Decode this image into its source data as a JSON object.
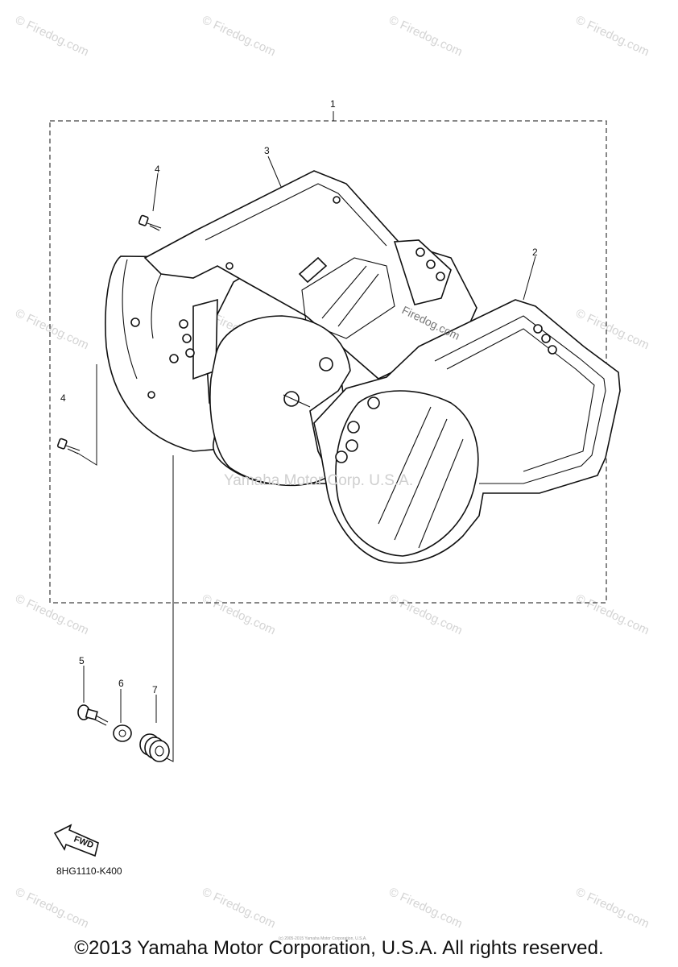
{
  "diagram": {
    "callouts": [
      "1",
      "2",
      "3",
      "4",
      "4",
      "5",
      "6",
      "7"
    ],
    "fwd_label": "FWD",
    "part_code": "8HG1110-K400",
    "center_watermark": "Yamaha Motor Corp. U.S.A.",
    "watermark_text": "© Firedog.com",
    "embedded_watermark": "Firedog.com"
  },
  "footer": {
    "small_copyright": "(c) 2005-2015 Yamaha Motor Corporation, U.S.A.",
    "copyright": "©2013 Yamaha Motor Corporation, U.S.A. All rights reserved."
  }
}
